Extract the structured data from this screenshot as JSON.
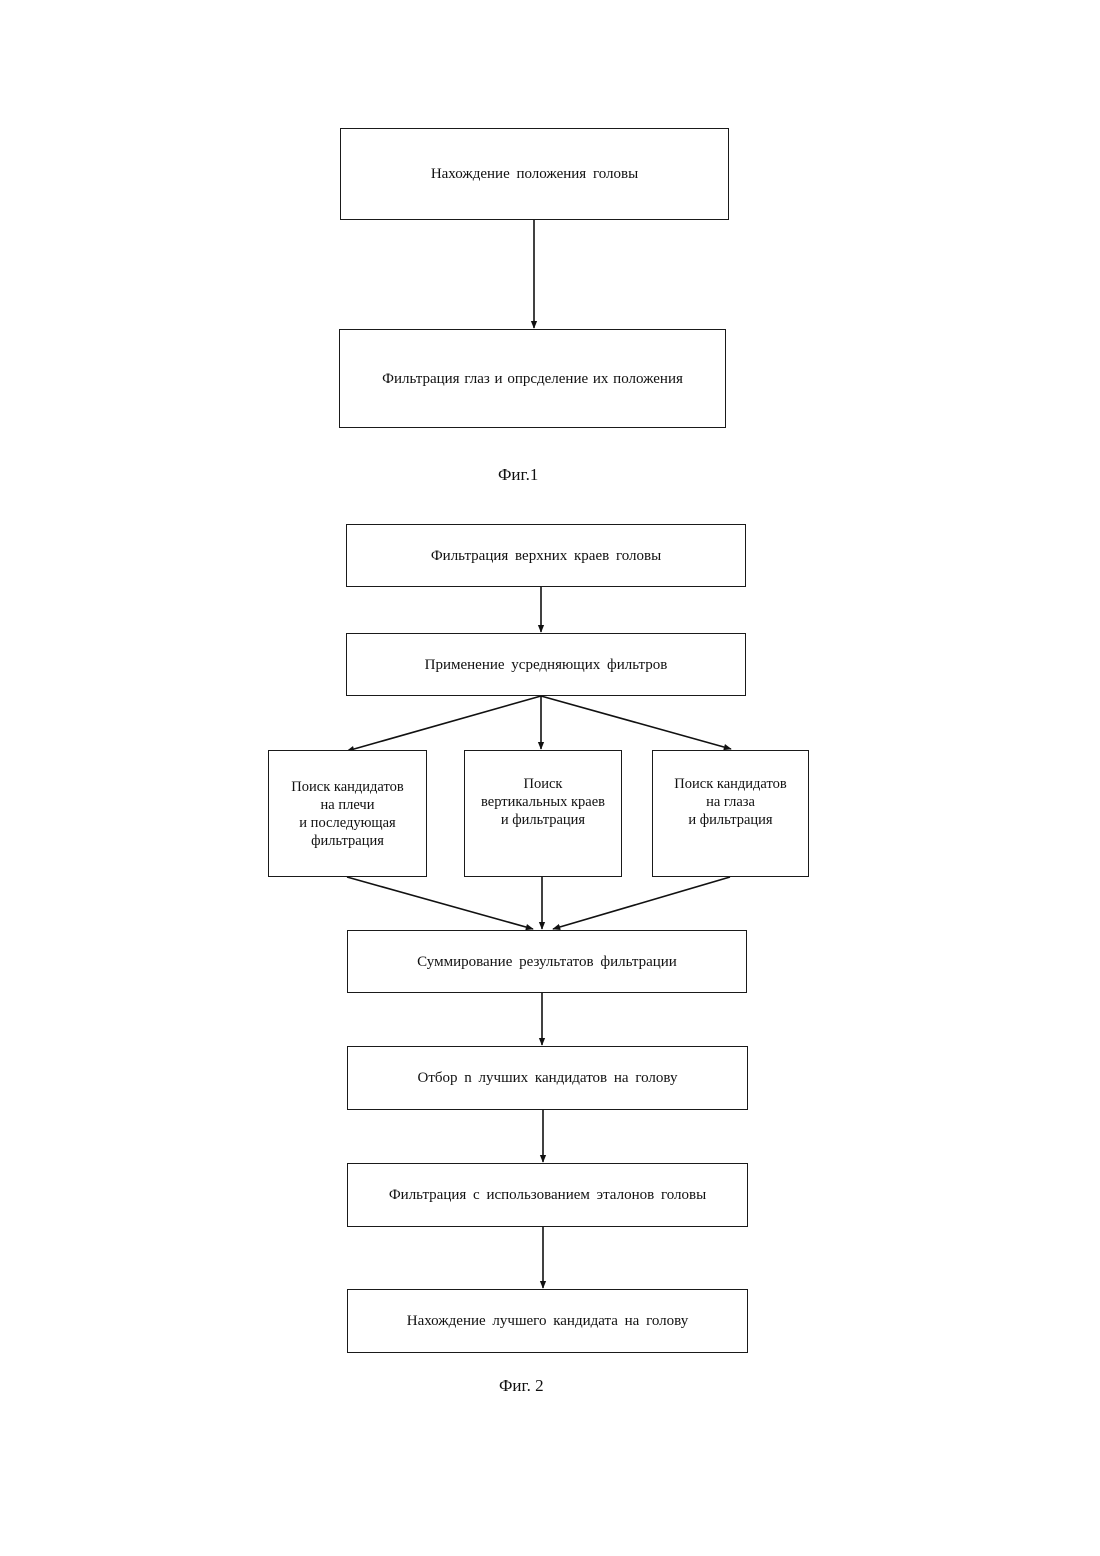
{
  "figure1": {
    "caption": "Фиг.1",
    "boxes": {
      "head_position": "Нахождение положения головы",
      "eye_filter": "Фильтрация глаз и опрсделение их положения"
    }
  },
  "figure2": {
    "caption": "Фиг. 2",
    "boxes": {
      "top_edges": "Фильтрация верхних краев головы",
      "averaging": "Применение усредняющих фильтров",
      "shoulders": "Поиск кандидатов\nна плечи\nи последующая\nфильтрация",
      "vertical_edges": "Поиск\nвертикальных краев\nи фильтрация",
      "eyes": "Поиск кандидатов\nна глаза\nи фильтрация",
      "summation": "Суммирование результатов фильтрации",
      "select_n": "Отбор n лучших кандидатов на голову",
      "templates": "Фильтрация с использованием эталонов головы",
      "best": "Нахождение лучшего кандидата на голову"
    }
  }
}
